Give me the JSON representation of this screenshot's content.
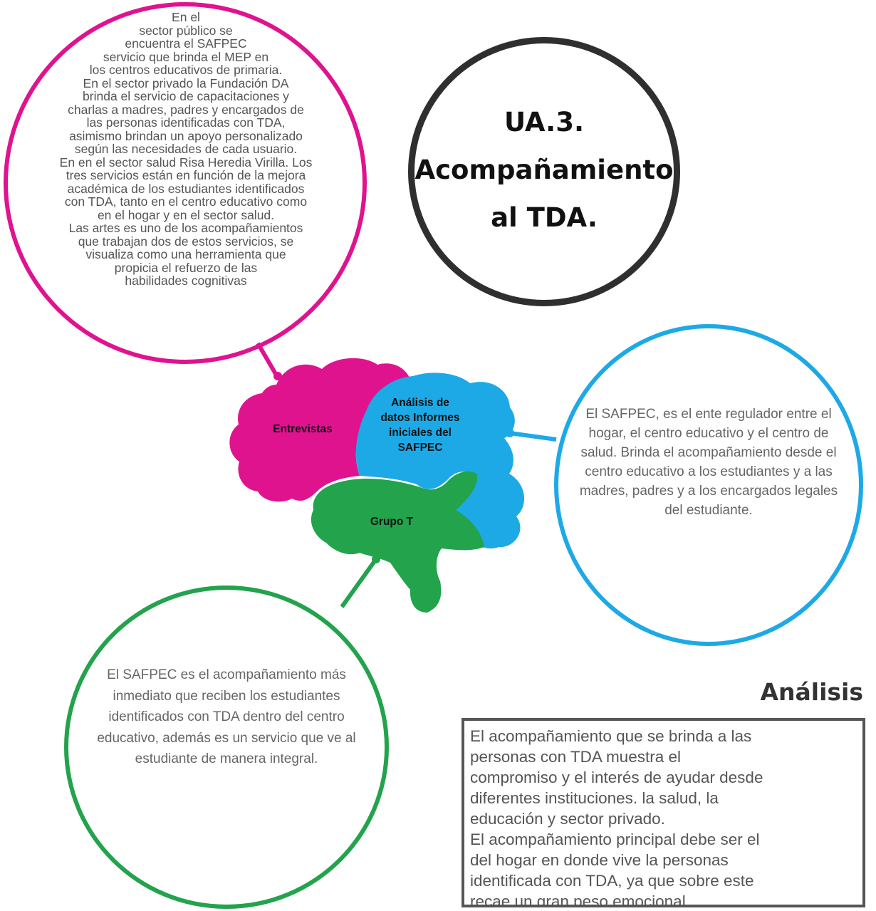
{
  "title": "UA.3.\nAcompañamiento\nal TDA.",
  "circles": {
    "pink": "En el\nsector público se\nencuentra el SAFPEC\nservicio que brinda el MEP en\nlos centros educativos de primaria.\nEn el sector privado la Fundación DA\nbrinda el servicio de capacitaciones y\ncharlas a madres, padres y encargados de\nlas personas identificadas con TDA,\nasimismo brindan un apoyo personalizado\nsegún las necesidades de cada usuario.\nEn en el sector salud Risa Heredia Virilla. Los\ntres servicios están en función de la mejora\nacadémica de los estudiantes identificados\ncon TDA, tanto en el centro educativo como\nen el hogar y en el sector salud.\nLas artes es uno de los acompañamientos\nque trabajan dos de estos servicios, se\nvisualiza como una herramienta que\npropicia el refuerzo de las\nhabilidades cognitivas",
    "blue": "El SAFPEC, es el ente regulador entre el hogar, el centro educativo y el centro de salud. Brinda el acompañamiento desde el centro educativo a los estudiantes y a las madres, padres y a los encargados legales del estudiante.",
    "green": "El SAFPEC es el acompañamiento más inmediato que reciben los estudiantes identificados con TDA dentro del centro educativo, además es un servicio que ve al estudiante de manera integral."
  },
  "brain": {
    "entrevistas": "Entrevistas",
    "analisis": "Análisis de\ndatos Informes\niniciales del\nSAFPEC",
    "grupo": "Grupo T"
  },
  "analysis": {
    "heading": "Análisis",
    "body": "El acompañamiento que se brinda a las\npersonas con TDA muestra el\ncompromiso y el interés de ayudar desde\ndiferentes instituciones. la salud, la\neducación y sector privado.\nEl acompañamiento principal debe ser el\ndel hogar en donde vive la personas\nidentificada con TDA, ya que sobre este\nrecae un gran peso emocional."
  },
  "colors": {
    "pink": "#e0138f",
    "blue": "#1da9e6",
    "green": "#22a34c",
    "dark": "#2f2f2f"
  }
}
